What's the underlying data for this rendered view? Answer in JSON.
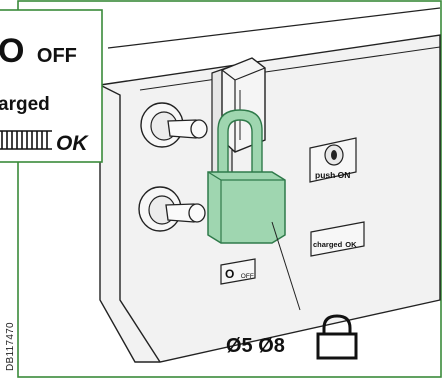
{
  "ref_id": "DB117470",
  "callout": {
    "off_symbol": "O",
    "off_text": "OFF",
    "charged_text": "arged",
    "ok_text": "OK"
  },
  "panel": {
    "push_on_label": "push ON",
    "charged_label": "charged",
    "ok_label": "OK",
    "off_symbol": "O",
    "off_label": "OFF"
  },
  "padlock_spec": "Ø5 Ø8",
  "colors": {
    "frame": "#3a8a3a",
    "padlock_fill": "#9fd6b0",
    "padlock_stroke": "#2f7a4a",
    "panel_fill": "#f0f0f0",
    "line": "#222222"
  }
}
